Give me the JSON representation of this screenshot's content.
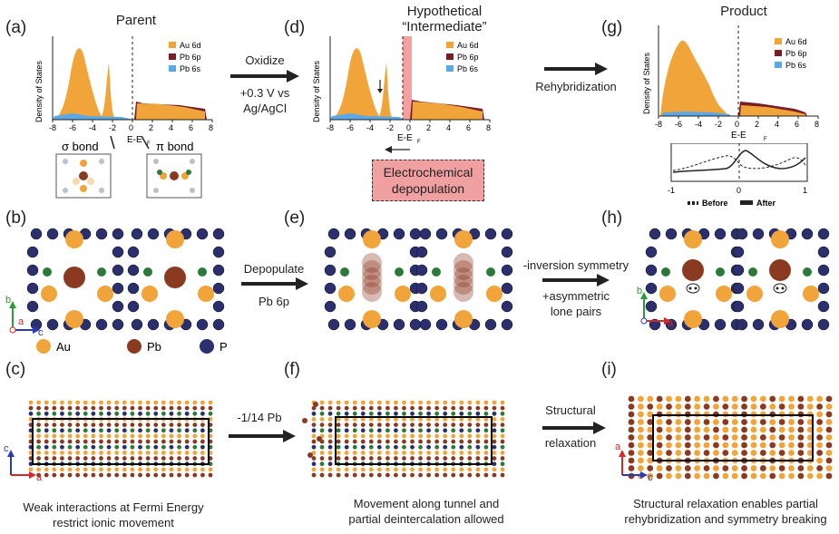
{
  "panels": {
    "a": "(a)",
    "b": "(b)",
    "c": "(c)",
    "d": "(d)",
    "e": "(e)",
    "f": "(f)",
    "g": "(g)",
    "h": "(h)",
    "i": "(i)"
  },
  "titles": {
    "parent": "Parent",
    "intermediate_line1": "Hypothetical",
    "intermediate_line2": "“Intermediate”",
    "product": "Product"
  },
  "dos": {
    "ylabel": "Density of States",
    "xlabel_main": "E-E",
    "xlabel_sub": "F",
    "xticks": [
      "-8",
      "-6",
      "-4",
      "-2",
      "0",
      "2",
      "4",
      "6",
      "8"
    ],
    "legend": [
      "Au 6d",
      "Pb 6p",
      "Pb 6s"
    ],
    "colors": {
      "au6d": "#f0a43a",
      "pb6p": "#7a1d24",
      "pb6s": "#5aa9e6",
      "highlight": "#f4a0a0"
    }
  },
  "bonds": {
    "sigma": "σ bond",
    "pi": "π bond"
  },
  "arrows": {
    "oxidize": "Oxidize",
    "potential_line1": "+0.3 V vs",
    "potential_line2": "Ag/AgCl",
    "rehybridization": "Rehybridization",
    "depopulate": "Depopulate",
    "pb6p": "Pb 6p",
    "inv_sym": "-inversion symmetry",
    "asym_line1": "+asymmetric",
    "asym_line2": "lone pairs",
    "minus_pb": "-1/14 Pb",
    "structural": "Structural",
    "relaxation": "relaxation"
  },
  "depopulation": {
    "line1": "Electrochemical",
    "line2": "depopulation"
  },
  "inset_g": {
    "xticks": [
      "-1",
      "0",
      "1"
    ],
    "legend_before": "Before",
    "legend_after": "After"
  },
  "atoms": {
    "au": "Au",
    "pb": "Pb",
    "p": "P",
    "au_color": "#f0a43a",
    "pb_color": "#8b3a22",
    "p_color": "#2b2f6e"
  },
  "axes": {
    "b": "b",
    "a": "a",
    "c": "c"
  },
  "captions": {
    "c_line1": "Weak interactions at Fermi Energy",
    "c_line2": "restrict ionic movement",
    "f_line1": "Movement along tunnel and",
    "f_line2": "partial deintercalation allowed",
    "i_line1": "Structural relaxation enables partial",
    "i_line2": "rehybridization and symmetry breaking"
  }
}
